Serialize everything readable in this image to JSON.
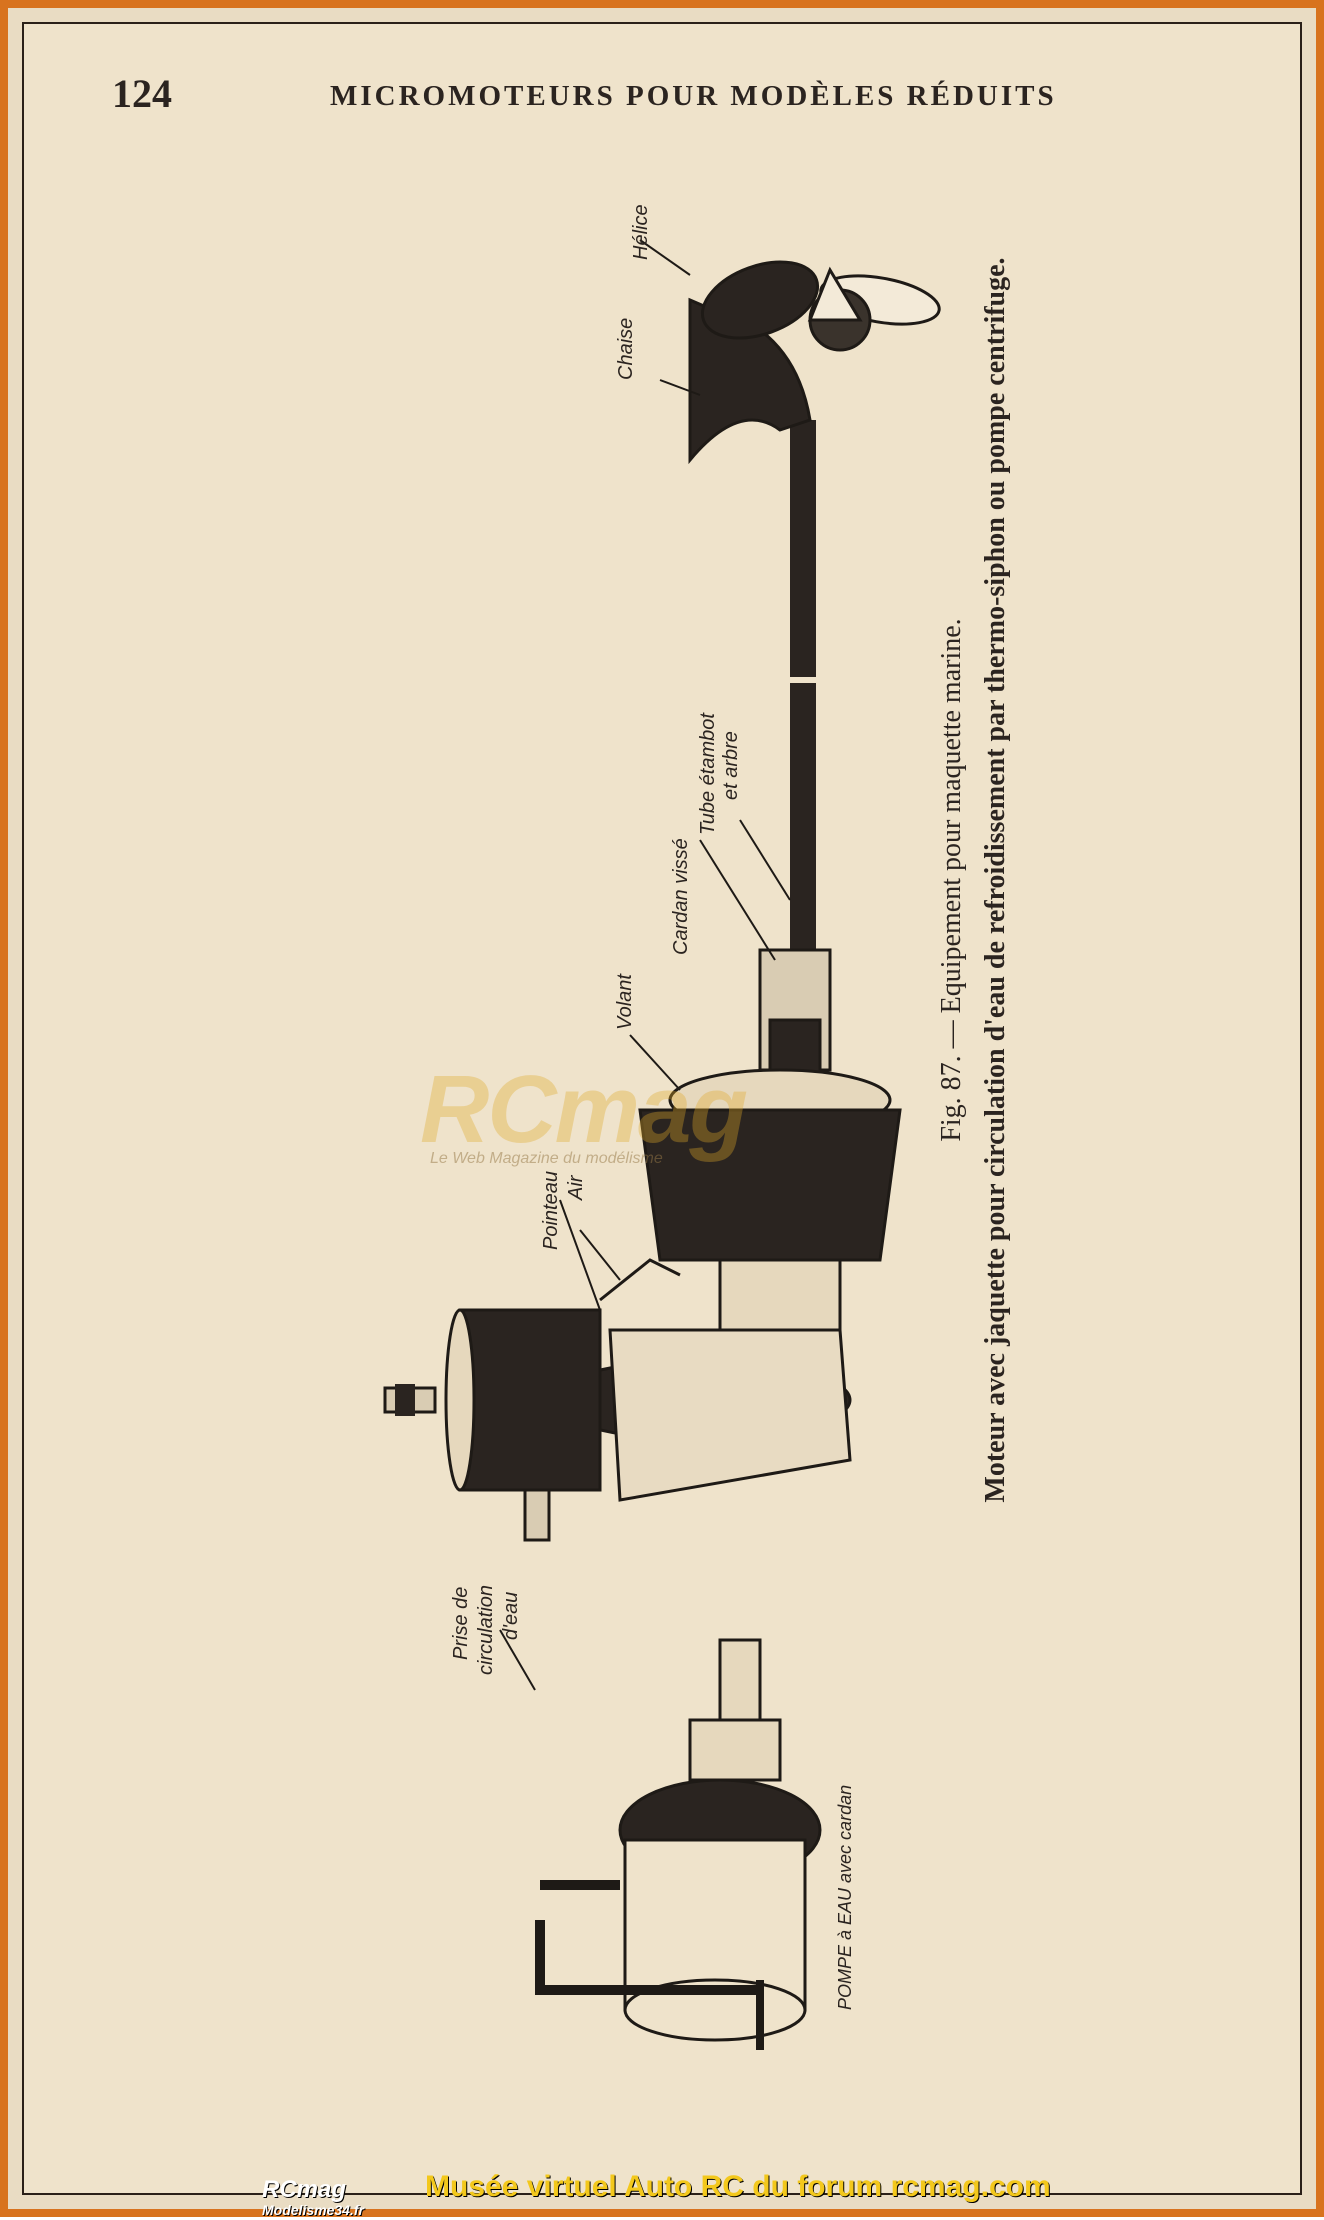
{
  "header": {
    "page_number": "124",
    "running_head": "MICROMOTEURS POUR MODÈLES RÉDUITS"
  },
  "figure": {
    "labels": {
      "helice": "Hélice",
      "chaise": "Chaise",
      "tube": "Tube étambot",
      "tube2": "et arbre",
      "cardan": "Cardan vissé",
      "volant": "Volant",
      "pointeau": "Pointeau",
      "air": "Air",
      "prise1": "Prise de",
      "prise2": "circulation",
      "prise3": "d'eau",
      "pompe": "POMPE à EAU avec cardan"
    }
  },
  "caption": {
    "line1": "Fig. 87. — Equipement pour maquette marine.",
    "line2": "Moteur avec jaquette pour circulation d'eau de refroidissement par thermo-siphon ou pompe centrifuge."
  },
  "watermark": {
    "logo": "RCmag",
    "tagline": "Le Web Magazine du modélisme"
  },
  "footer": {
    "logo_top": "RCmag",
    "logo_bottom": "Modelisme34.fr",
    "text": "Musée virtuel Auto RC du forum rcmag.com"
  }
}
